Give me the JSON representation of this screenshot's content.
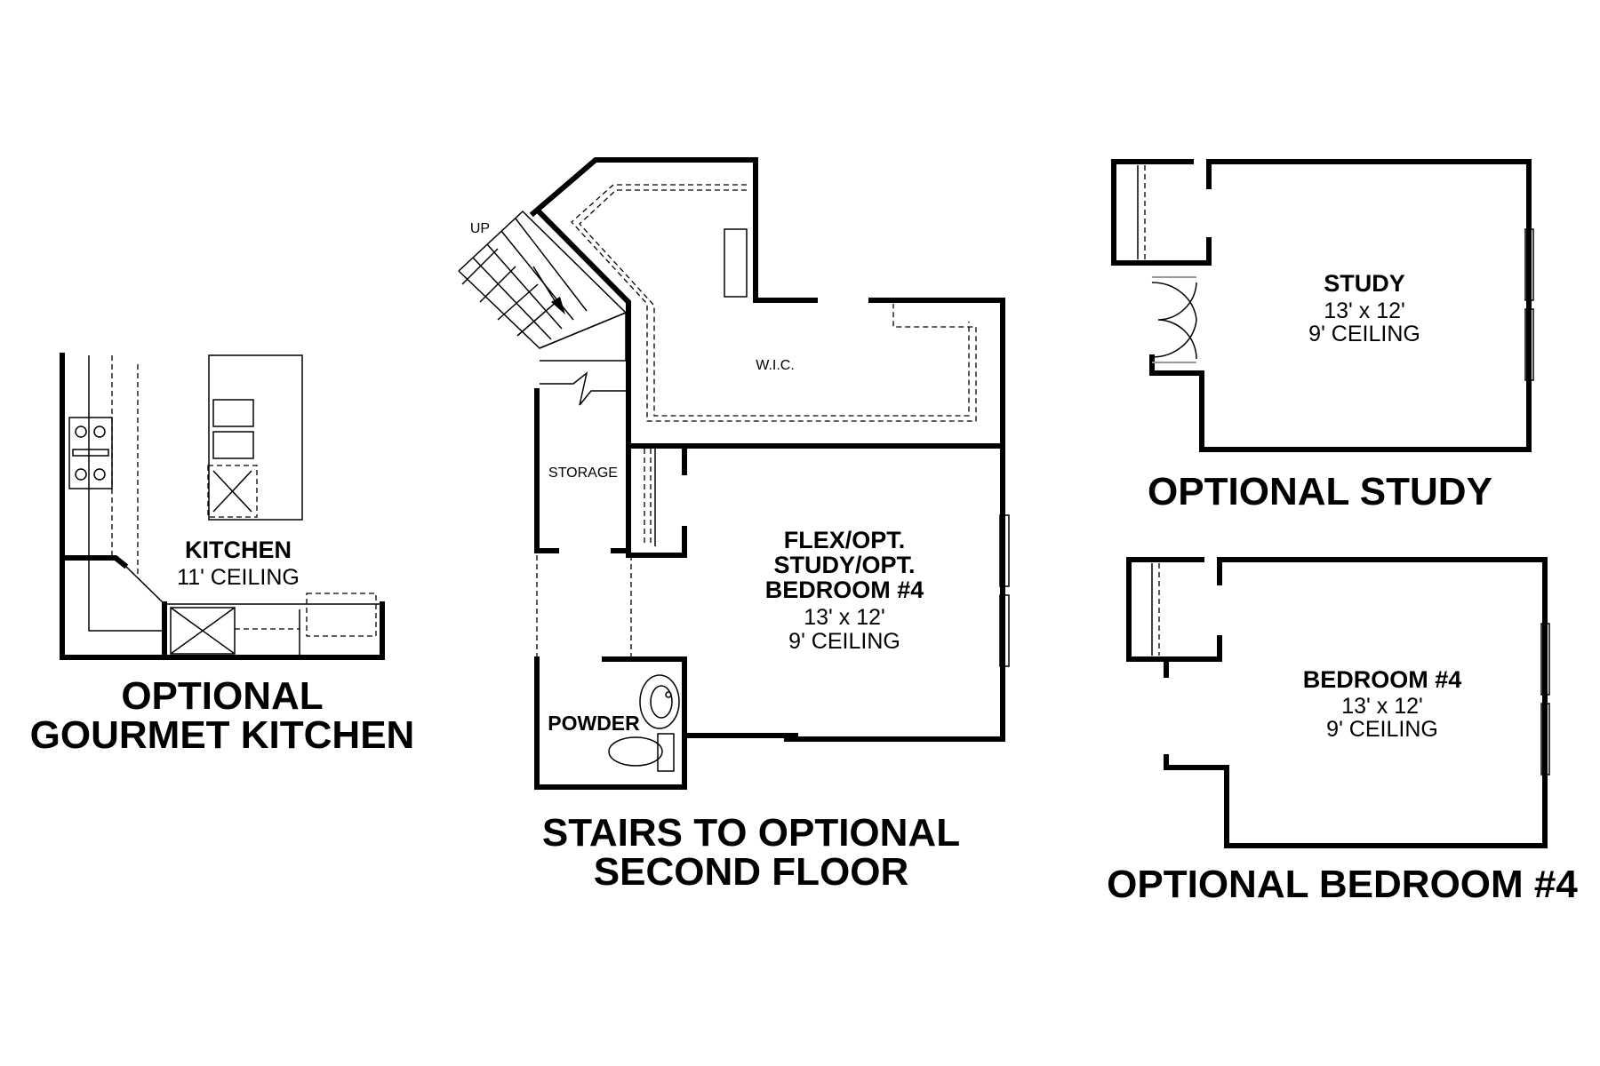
{
  "kitchen": {
    "title_line1": "OPTIONAL",
    "title_line2": "GOURMET KITCHEN",
    "room_name": "KITCHEN",
    "ceiling": "11' CEILING"
  },
  "stairs": {
    "title_line1": "STAIRS TO OPTIONAL",
    "title_line2": "SECOND FLOOR",
    "up_label": "UP",
    "wic_label": "W.I.C.",
    "storage_label": "STORAGE",
    "powder_label": "POWDER",
    "flex_line1": "FLEX/OPT.",
    "flex_line2": "STUDY/OPT.",
    "flex_line3": "BEDROOM #4",
    "flex_size": "13' x 12'",
    "flex_ceiling": "9' CEILING"
  },
  "study": {
    "title": "OPTIONAL STUDY",
    "room_name": "STUDY",
    "size": "13' x 12'",
    "ceiling": "9' CEILING"
  },
  "bedroom": {
    "title": "OPTIONAL BEDROOM #4",
    "room_name": "BEDROOM #4",
    "size": "13' x 12'",
    "ceiling": "9' CEILING"
  }
}
